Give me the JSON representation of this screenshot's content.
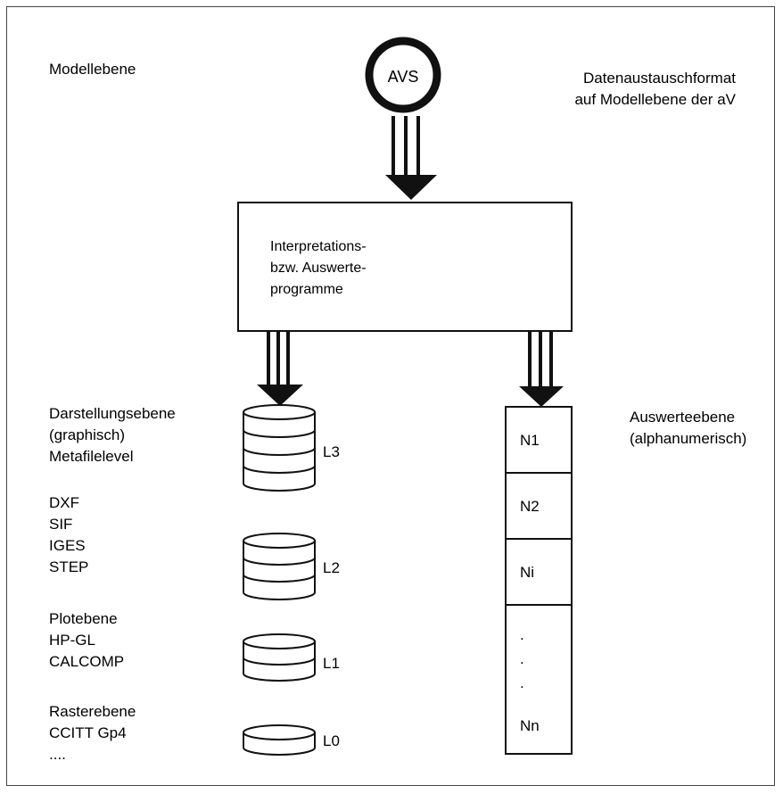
{
  "top_left_label": "Modellebene",
  "top_right_label": [
    "Datenaustauschformat",
    "auf Modellebene der aV"
  ],
  "avs_label": "AVS",
  "program_box": [
    "Interpretations-",
    "bzw. Auswerte-",
    "programme"
  ],
  "left_column": {
    "darstellung": [
      "Darstellungsebene",
      "(graphisch)",
      "Metafilelevel"
    ],
    "formats": [
      "DXF",
      "SIF",
      "IGES",
      "STEP"
    ],
    "plot": [
      "Plotebene",
      "HP-GL",
      "CALCOMP"
    ],
    "raster": [
      "Rasterebene",
      "CCITT Gp4",
      "...."
    ]
  },
  "levels": [
    "L3",
    "L2",
    "L1",
    "L0"
  ],
  "right_column": {
    "label": [
      "Auswerteebene",
      "(alphanumerisch)"
    ],
    "cells": [
      "N1",
      "N2",
      "Ni",
      "Nn"
    ],
    "dots": [
      ".",
      ".",
      "."
    ]
  }
}
